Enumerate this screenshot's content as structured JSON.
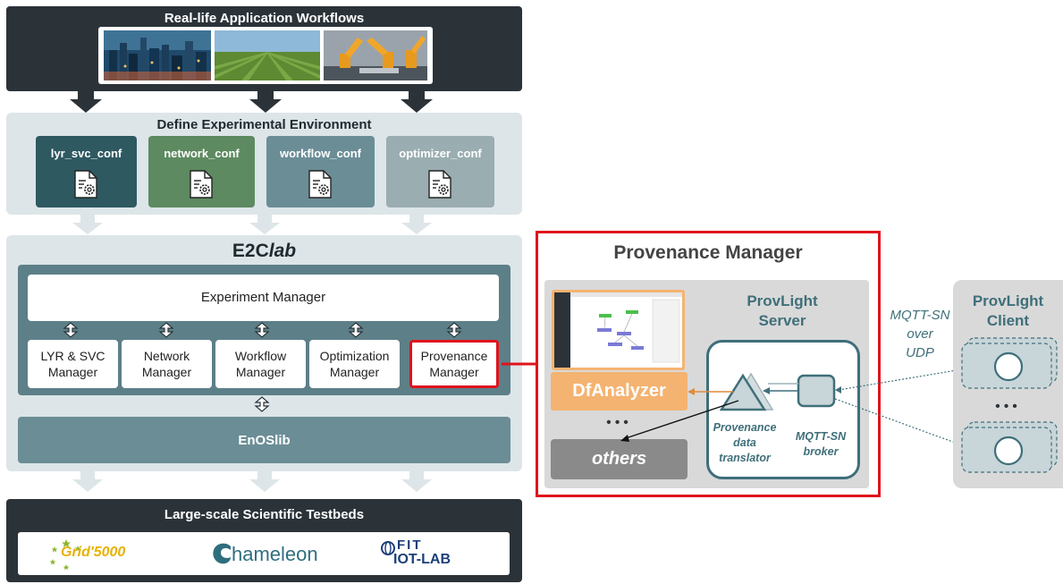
{
  "workflows": {
    "title": "Real-life Application Workflows",
    "images": [
      "city",
      "farm-field",
      "industrial-robots"
    ]
  },
  "env": {
    "title": "Define Experimental Environment",
    "confs": [
      {
        "label": "lyr_svc_conf",
        "color": "#2e5961"
      },
      {
        "label": "network_conf",
        "color": "#5d8a60"
      },
      {
        "label": "workflow_conf",
        "color": "#6b8d96"
      },
      {
        "label": "optimizer_conf",
        "color": "#9aadb0"
      }
    ],
    "icon": "document-gear-icon"
  },
  "e2clab": {
    "title_main": "E2C",
    "title_italic": "lab",
    "experiment_manager": "Experiment Manager",
    "managers": [
      {
        "line1": "LYR & SVC",
        "line2": "Manager"
      },
      {
        "line1": "Network",
        "line2": "Manager"
      },
      {
        "line1": "Workflow",
        "line2": "Manager"
      },
      {
        "line1": "Optimization",
        "line2": "Manager"
      },
      {
        "line1": "Provenance",
        "line2": "Manager"
      }
    ],
    "enoslib": "EnOSlib"
  },
  "testbeds": {
    "title": "Large-scale Scientific Testbeds",
    "logos": [
      "Grid'5000",
      "hameleon",
      "FIT",
      "IOT-LAB"
    ]
  },
  "prov": {
    "title": "Provenance Manager",
    "dfanalyzer": "DfAnalyzer",
    "dots": "•••",
    "others": "others",
    "server_line1": "ProvLight",
    "server_line2": "Server",
    "translator": [
      "Provenance",
      "data",
      "translator"
    ],
    "broker": [
      "MQTT-SN",
      "broker"
    ],
    "colors": {
      "border": "#e0131d",
      "orange": "#f4b371",
      "server": "#3f6f7a"
    }
  },
  "mqtt": [
    "MQTT-SN",
    "over",
    "UDP"
  ],
  "client": {
    "line1": "ProvLight",
    "line2": "Client",
    "dots": "•••"
  }
}
